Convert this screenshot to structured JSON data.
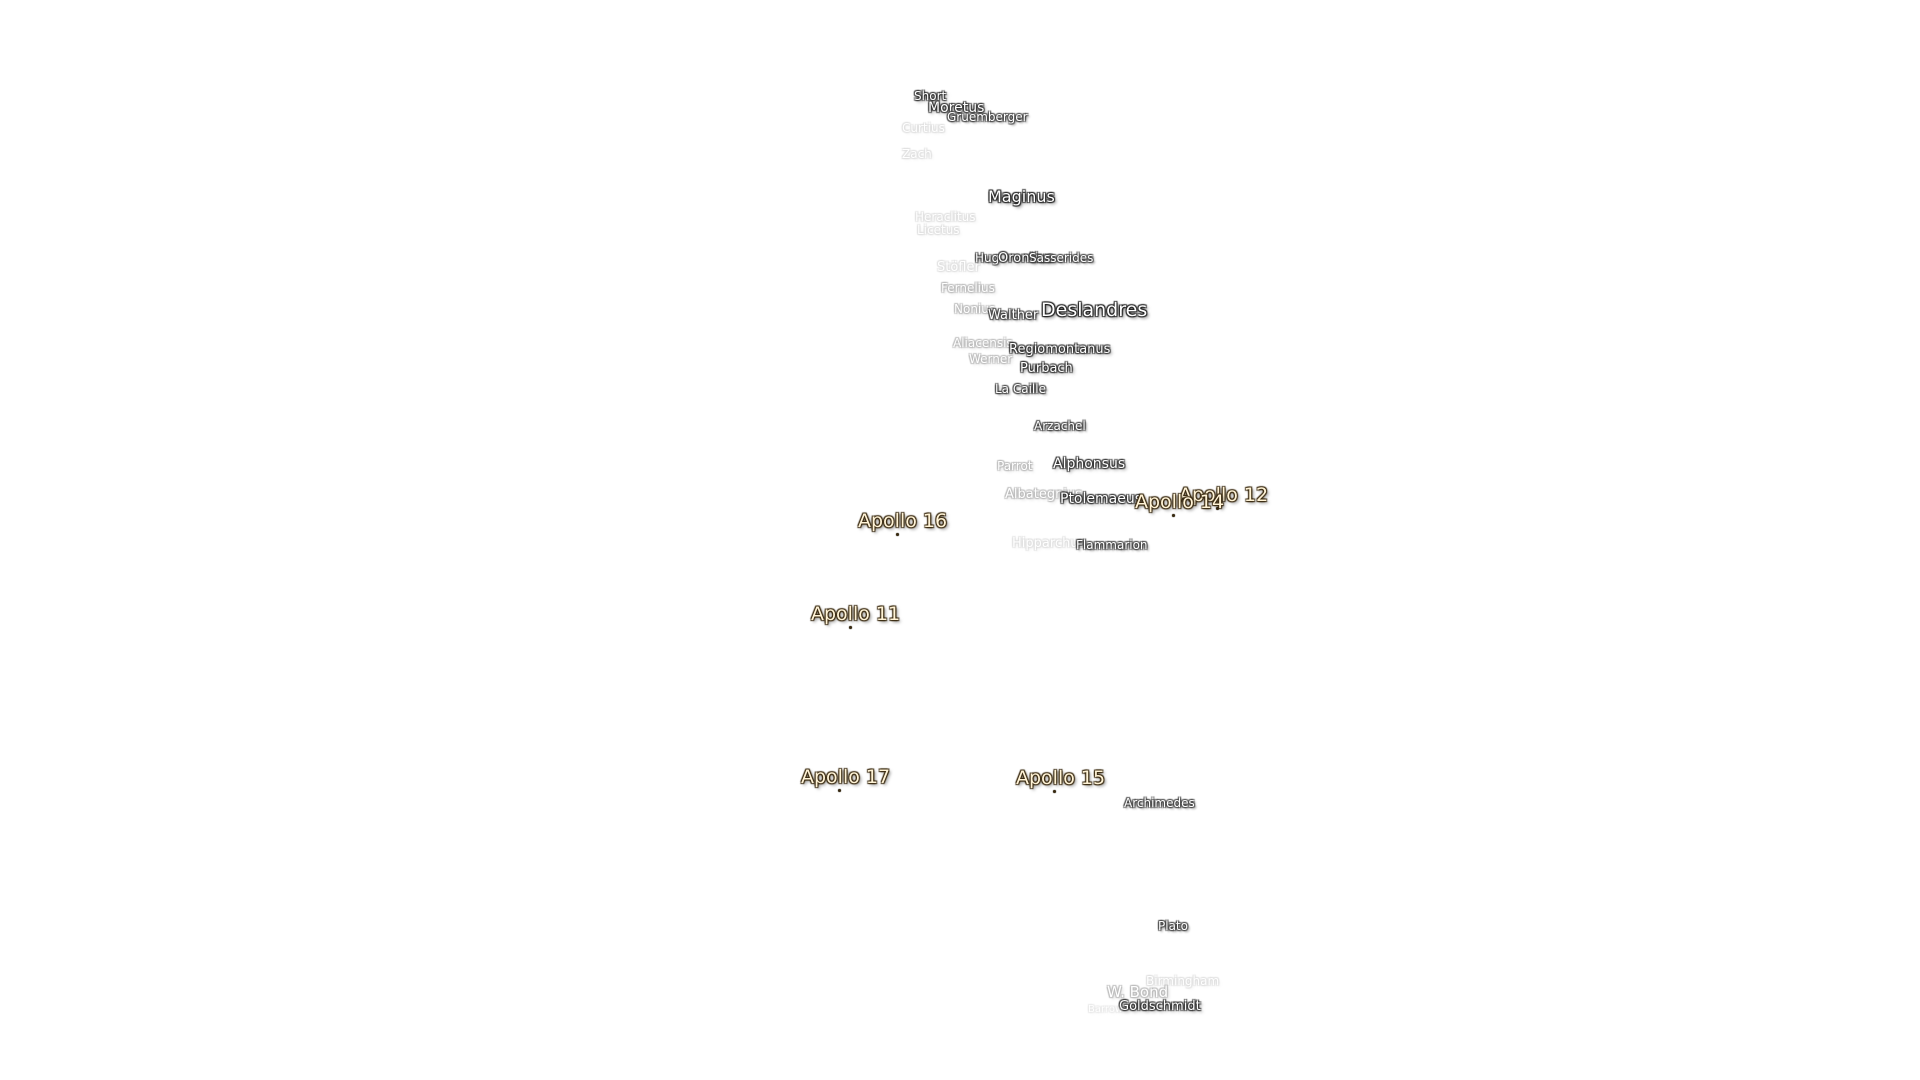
{
  "map": {
    "craters": {
      "short": "Short",
      "moretus": "Moretus",
      "gruemberger": "Gruemberger",
      "curtius": "Curtius",
      "zach": "Zach",
      "maginus": "Maginus",
      "heraclitus": "Heraclitus",
      "licetus": "Licetus",
      "huggins": "Hug",
      "orontius": "Orontius",
      "sasserides": "Sasserides",
      "stofler": "Stöfler",
      "fernelius": "Fernelius",
      "nonius": "Nonius",
      "walther": "Walther",
      "deslandres": "Deslandres",
      "aliacensis": "Aliacensis",
      "regiomontanus": "Regiomontanus",
      "werner": "Werner",
      "purbach": "Purbach",
      "la_caille": "La Caille",
      "arzachel": "Arzachel",
      "parrot": "Parrot",
      "alphonsus": "Alphonsus",
      "albategnius": "Albategnius",
      "ptolemaeus": "Ptolemaeus",
      "hipparchus": "Hipparchus",
      "flammarion": "Flammarion",
      "archimedes": "Archimedes",
      "plato": "Plato",
      "birmingham": "Birmingham",
      "w_bond": "W. Bond",
      "goldschmidt": "Goldschmidt",
      "barrow": "Barrow"
    },
    "apollo_sites": {
      "apollo_12": "Apollo 12",
      "apollo_14": "Apollo 14",
      "apollo_16": "Apollo 16",
      "apollo_11": "Apollo 11",
      "apollo_17": "Apollo 17",
      "apollo_15": "Apollo 15"
    }
  }
}
